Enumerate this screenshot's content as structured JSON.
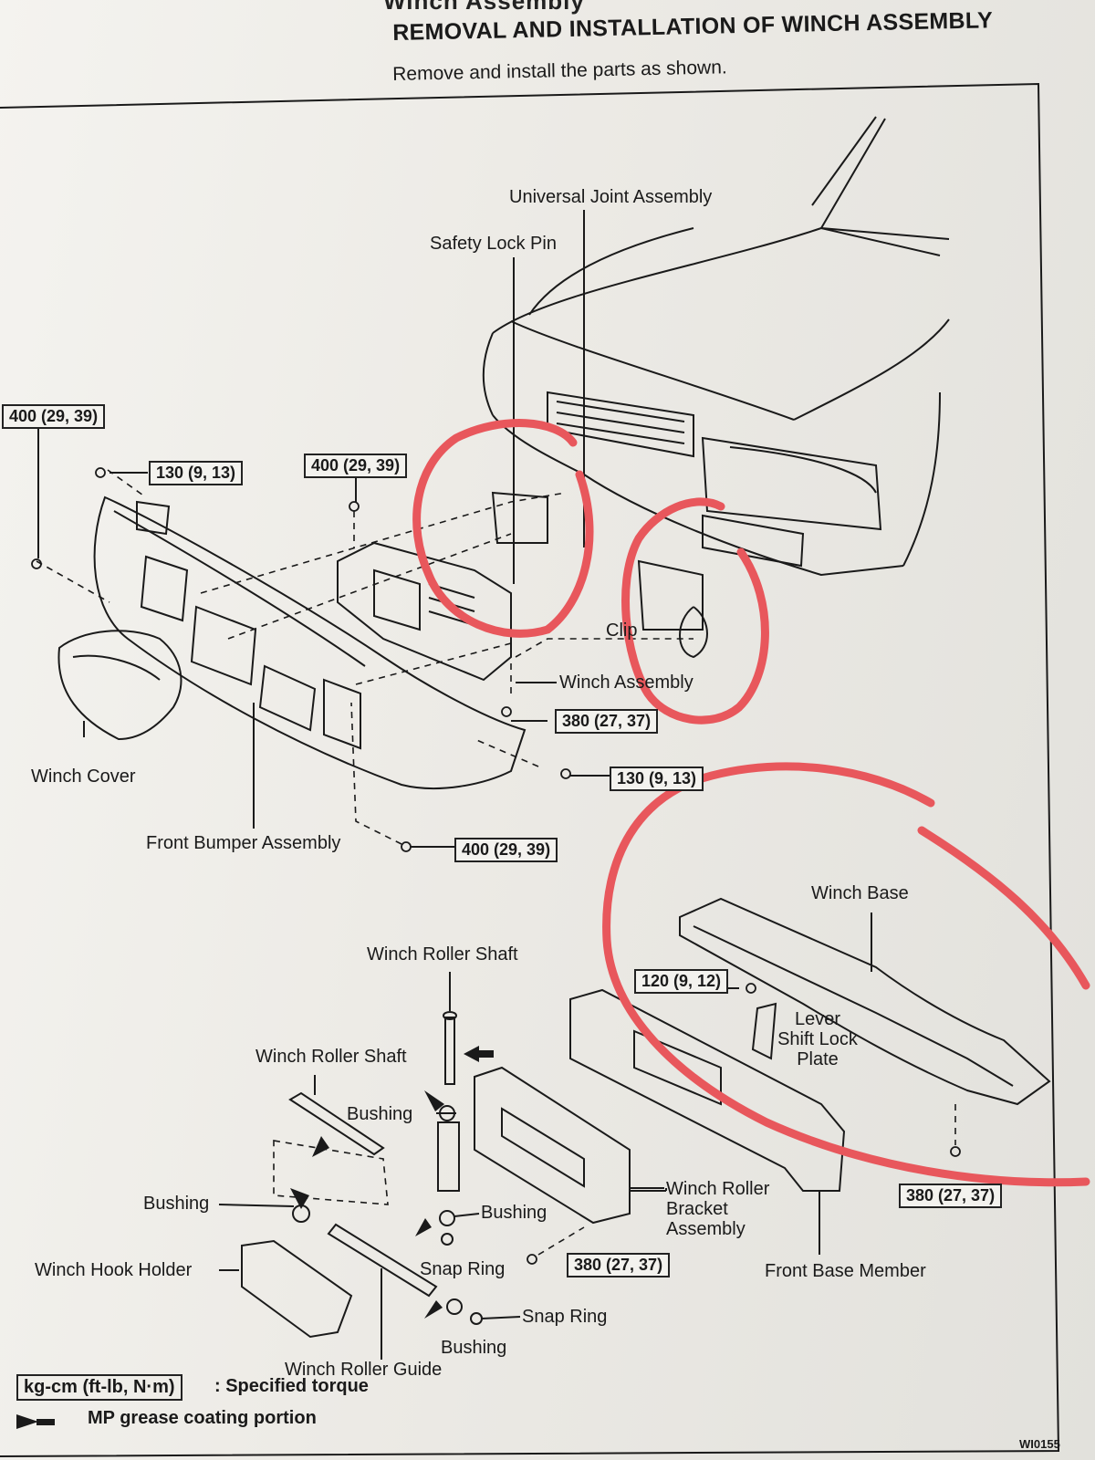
{
  "header": {
    "title_cut": "Winch Assembly",
    "title": "REMOVAL AND INSTALLATION OF WINCH ASSEMBLY",
    "subtitle": "Remove and install the parts as shown."
  },
  "labels": {
    "universal_joint": "Universal Joint Assembly",
    "safety_lock_pin": "Safety Lock Pin",
    "clip": "Clip",
    "winch_assembly": "Winch Assembly",
    "winch_cover": "Winch Cover",
    "front_bumper": "Front Bumper Assembly",
    "winch_base": "Winch Base",
    "lever_line1": "Lever",
    "lever_line2": "Shift Lock",
    "lever_line3": "Plate",
    "roller_shaft_top": "Winch Roller Shaft",
    "roller_shaft_left": "Winch Roller Shaft",
    "bushing_1": "Bushing",
    "bushing_2": "Bushing",
    "bushing_3": "Bushing",
    "bushing_4": "Bushing",
    "snap_ring_1": "Snap Ring",
    "snap_ring_2": "Snap Ring",
    "bracket_line1": "Winch Roller",
    "bracket_line2": "Bracket",
    "bracket_line3": "Assembly",
    "front_base_member": "Front Base Member",
    "hook_holder": "Winch Hook Holder",
    "roller_guide": "Winch Roller Guide"
  },
  "torques": {
    "t1": "400 (29, 39)",
    "t2": "130 (9, 13)",
    "t3": "400 (29, 39)",
    "t4": "380 (27, 37)",
    "t5": "130 (9, 13)",
    "t6": "400 (29, 39)",
    "t7": "120 (9, 12)",
    "t8": "380 (27, 37)",
    "t9": "380 (27, 37)"
  },
  "legend": {
    "unit_box": "kg-cm (ft-lb, N·m)",
    "unit_text": ": Specified torque",
    "grease_text": "MP grease coating portion"
  },
  "figure_code": "WI0155",
  "colors": {
    "highlight": "#e8575c",
    "ink": "#1a1a1a",
    "paper": "#efeee9"
  }
}
